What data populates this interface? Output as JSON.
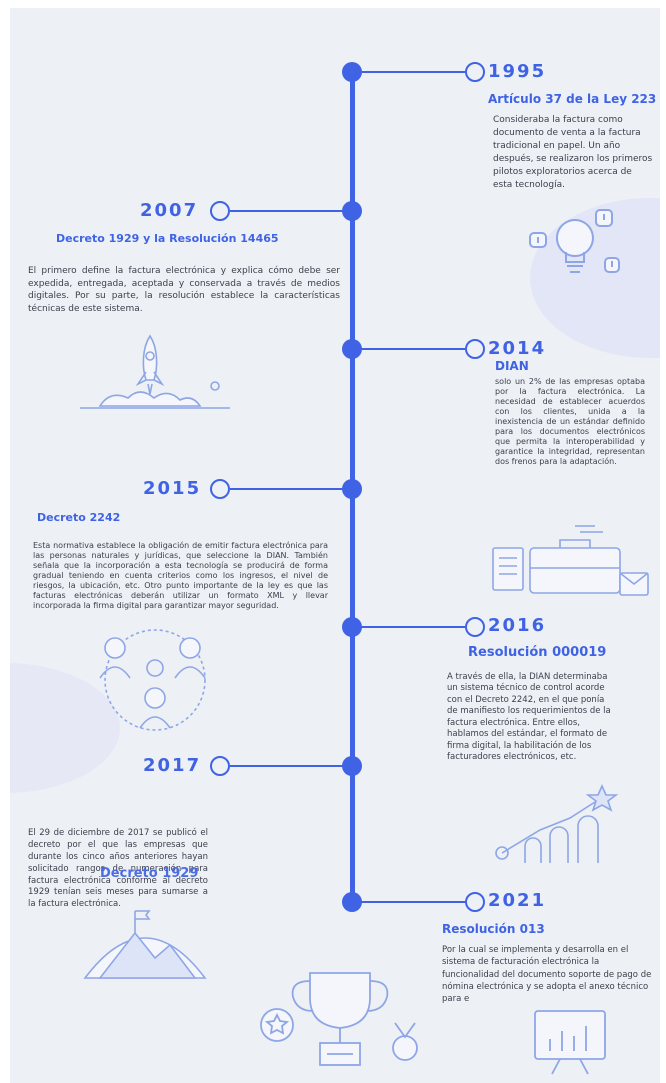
{
  "colors": {
    "accent": "#3f63e4",
    "background": "#edf1f5",
    "text": "#3a3f4c",
    "illustration": "#8ea6e6"
  },
  "events": [
    {
      "year": "1995",
      "title": "Artículo 37 de la Ley 223",
      "text": "Consideraba la factura como documento de venta a la factura tradicional en papel. Un año después, se realizaron los primeros pilotos exploratorios acerca de esta tecnología.",
      "illustration": "lightbulb-icon"
    },
    {
      "year": "2007",
      "title": "Decreto 1929 y la Resolución 14465",
      "text": "El primero define la factura electrónica y explica cómo debe ser expedida, entregada, aceptada y conservada a través de medios digitales. Por su parte, la resolución establece la características técnicas de este sistema.",
      "illustration": "rocket-icon"
    },
    {
      "year": "2014",
      "title": "DIAN",
      "text": "solo un 2% de las empresas optaba por la factura electrónica. La necesidad de establecer acuerdos con los clientes, unida a la inexistencia de un estándar definido para los documentos electrónicos que permita la interoperabilidad y garantice la integridad, representan dos frenos para la adaptación.",
      "illustration": "documents-briefcase-icon"
    },
    {
      "year": "2015",
      "title": "Decreto 2242",
      "text": "Esta normativa establece la obligación de emitir factura electrónica para las personas naturales y jurídicas, que seleccione la DIAN. También señala que la incorporación a esta tecnología se producirá de forma gradual teniendo en cuenta criterios como los ingresos, el nivel de riesgos, la ubicación, etc. Otro punto importante de la ley es que las facturas electrónicas deberán utilizar un formato XML y llevar incorporada la firma digital para garantizar mayor seguridad.",
      "illustration": "team-icon"
    },
    {
      "year": "2016",
      "title": "Resolución 000019",
      "text": "A través de ella, la DIAN determinaba un sistema técnico de control acorde con el Decreto 2242, en el que ponía de manifiesto los requerimientos de la factura electrónica. Entre ellos, hablamos del estándar, el formato de firma digital, la habilitación de los facturadores electrónicos, etc.",
      "illustration": "growth-chart-icon"
    },
    {
      "year": "2017",
      "title": "Decreto 1929",
      "text": "El 29 de diciembre de 2017 se publicó el decreto por el que las empresas que durante los cinco años anteriores hayan solicitado rangos de numeración para factura electrónica conforme al decreto 1929 tenían seis meses para sumarse a la factura electrónica.",
      "illustration": "mountain-flag-icon"
    },
    {
      "year": "2021",
      "title": "Resolución 013",
      "text": "Por la cual se implementa y desarrolla en el sistema de facturación electrónica la funcionalidad del documento soporte de pago de nómina electrónica y se adopta el anexo técnico para e",
      "illustration": "trophy-icon"
    }
  ]
}
